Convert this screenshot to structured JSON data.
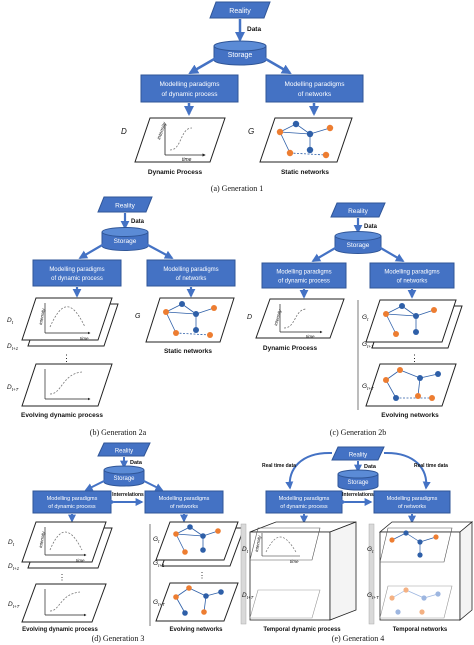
{
  "colors": {
    "box": "#4472c4",
    "box_stroke": "#2f5597",
    "node_blue": "#2e5fa8",
    "node_orange": "#ed7d31",
    "caption": "#111111"
  },
  "gen1": {
    "reality": "Reality",
    "data": "Data",
    "storage": "Storage",
    "box_dynamic": [
      "Modelling paradigms",
      "of dynamic process"
    ],
    "box_network": [
      "Modelling paradigms",
      "of networks"
    ],
    "panel_d_label": "D",
    "panel_g_label": "G",
    "axis_y": "intensity",
    "axis_x": "time",
    "label_dynamic": "Dynamic Process",
    "label_static": "Static networks",
    "caption": "(a) Generation 1"
  },
  "gen2a": {
    "reality": "Reality",
    "data": "Data",
    "storage": "Storage",
    "box_dynamic": [
      "Modelling paradigms",
      "of dynamic process"
    ],
    "box_network": [
      "Modelling paradigms",
      "of networks"
    ],
    "d_labels": [
      "D",
      "D",
      "D"
    ],
    "d_subs": [
      "t",
      "t+1",
      "t+T"
    ],
    "dots": "⋮",
    "g_label": "G",
    "axis_y": "intensity",
    "axis_x": "time",
    "label_evolving": "Evolving dynamic process",
    "label_static": "Static networks",
    "caption": "(b) Generation 2a"
  },
  "gen2b": {
    "reality": "Reality",
    "data": "Data",
    "storage": "Storage",
    "box_dynamic": [
      "Modelling paradigms",
      "of dynamic process"
    ],
    "box_network": [
      "Modelling paradigms",
      "of networks"
    ],
    "d_label": "D",
    "g_labels": [
      "G",
      "G",
      "G"
    ],
    "g_subs": [
      "t",
      "t+1",
      "t+T"
    ],
    "dots": "⋮",
    "axis_y": "intensity",
    "axis_x": "time",
    "label_dynamic": "Dynamic Process",
    "label_evolving": "Evolving networks",
    "caption": "(c) Generation 2b"
  },
  "gen3": {
    "reality": "Reality",
    "data": "Data",
    "storage": "Storage",
    "box_dynamic": [
      "Modelling paradigms",
      "of dynamic process"
    ],
    "box_network": [
      "Modelling paradigms",
      "of networks"
    ],
    "interrelations": "Interrelations",
    "d_labels": [
      "D",
      "D",
      "D"
    ],
    "d_subs": [
      "t",
      "t+1",
      "t+T"
    ],
    "g_labels": [
      "G",
      "G",
      "G"
    ],
    "g_subs": [
      "t",
      "t+1",
      "t+T"
    ],
    "dots": "⋮",
    "axis_y": "intensity",
    "axis_x": "time",
    "label_dynamic": "Evolving dynamic process",
    "label_network": "Evolving networks",
    "caption": "(d) Generation 3"
  },
  "gen4": {
    "reality": "Reality",
    "data": "Data",
    "storage": "Storage",
    "realtime_left": "Real time data",
    "realtime_right": "Real time data",
    "box_dynamic": [
      "Modelling paradigms",
      "of dynamic process"
    ],
    "box_network": [
      "Modelling paradigms",
      "of networks"
    ],
    "interrelations": "Interrelations",
    "d_labels": [
      "D",
      "D"
    ],
    "d_subs": [
      "t",
      "t+T"
    ],
    "g_labels": [
      "G",
      "G"
    ],
    "g_subs": [
      "t",
      "t+T"
    ],
    "axis_y": "intensity",
    "axis_x": "time",
    "label_dynamic": "Temporal dynamic process",
    "label_network": "Temporal networks",
    "caption": "(e) Generation 4"
  }
}
